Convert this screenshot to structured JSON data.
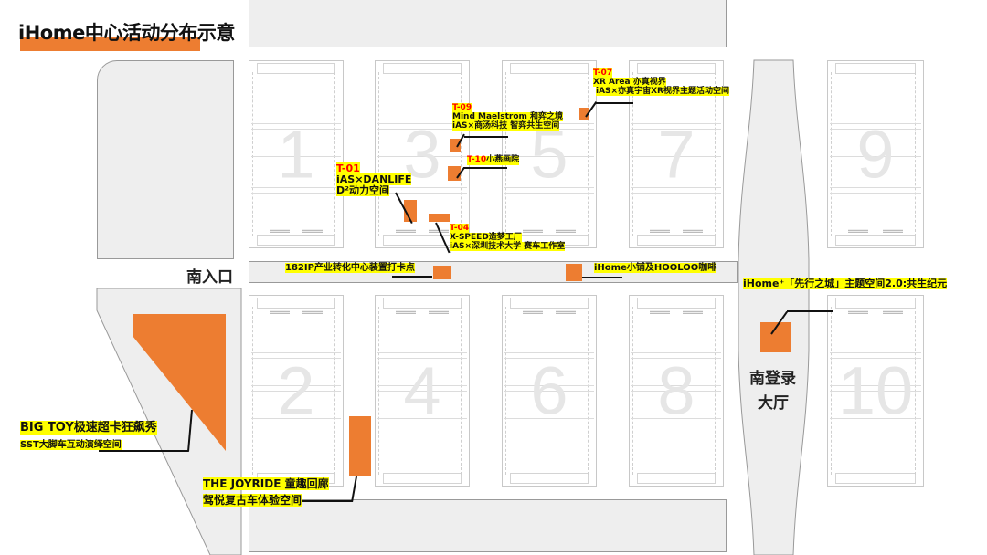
{
  "title": "iHome中心活动分布示意",
  "colors": {
    "accent": "#ed7d31",
    "highlight": "#ffff00",
    "tag": "#ff0000",
    "area": "#eeeeee"
  },
  "landmarks": {
    "south_entrance": "南入口",
    "south_lobby_line1": "南登录",
    "south_lobby_line2": "大厅"
  },
  "halls": [
    {
      "num": "1"
    },
    {
      "num": "3"
    },
    {
      "num": "5"
    },
    {
      "num": "7"
    },
    {
      "num": "9"
    },
    {
      "num": "2"
    },
    {
      "num": "4"
    },
    {
      "num": "6"
    },
    {
      "num": "8"
    },
    {
      "num": "10"
    }
  ],
  "activities": {
    "t07": {
      "tag": "T-07",
      "line1": "XR Area 亦真视界",
      "line2": "iAS×亦真宇宙XR视界主题活动空间"
    },
    "t09": {
      "tag": "T-09",
      "line1": "Mind Maelstrom 和弈之境",
      "line2": "iAS×商汤科技 智弈共生空间"
    },
    "t10": {
      "tag": "T-10",
      "line1": "小燕画院"
    },
    "t01": {
      "tag": "T-01",
      "line1": "iAS×DANLIFE",
      "line2": "D²动力空间"
    },
    "t04": {
      "tag": "T-04",
      "line1": "X-SPEED造梦工厂",
      "line2": "iAS×深圳技术大学 赛车工作室"
    },
    "ip182": {
      "line1": "182IP产业转化中心装置打卡点"
    },
    "cafe": {
      "line1": "iHome小铺及HOOLOO咖啡"
    },
    "xianxing": {
      "line1": "iHome⁺「先行之城」主题空间2.0:共生纪元"
    },
    "bigtoy": {
      "line1": "BIG TOY极速超卡狂飙秀",
      "line2": "SST大脚车互动演绎空间"
    },
    "joyride": {
      "line1": "THE JOYRIDE 童趣回廊",
      "line2": "驾悦复古车体验空间"
    }
  }
}
